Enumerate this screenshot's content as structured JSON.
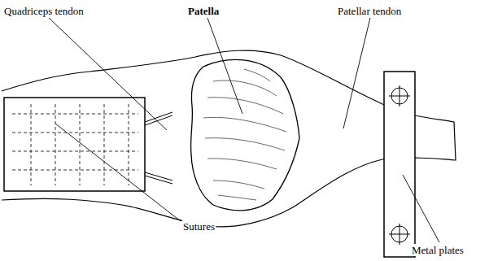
{
  "diagram": {
    "labels": [
      "Quadriceps tendon",
      "Patella",
      "Patellar tendon",
      "Sutures",
      "Metal plates"
    ]
  }
}
